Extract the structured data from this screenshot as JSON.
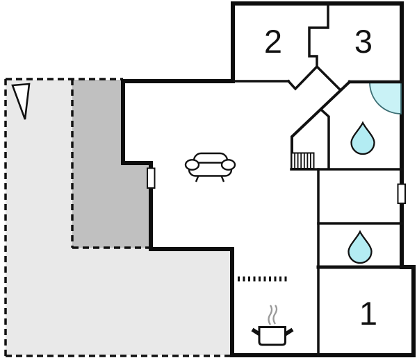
{
  "floorplan": {
    "title": "floor-plan",
    "room_labels": {
      "room1": "1",
      "room2": "2",
      "room3": "3"
    },
    "icons": [
      "north-arrow-icon",
      "sofa-icon",
      "stairs-icon",
      "shower-icon",
      "water-drop-icon",
      "water-drop-icon",
      "cooking-pot-icon",
      "window-icon",
      "window-icon"
    ],
    "colors": {
      "wall": "#0d0d0d",
      "terrace_light": "#e9e9e9",
      "terrace_dark": "#c0c0c0",
      "water": "#b3ecf3",
      "shower": "#c9f2f6",
      "shower_outline": "#3d6e74",
      "steam": "#9a9a9a",
      "background": "#ffffff"
    }
  }
}
